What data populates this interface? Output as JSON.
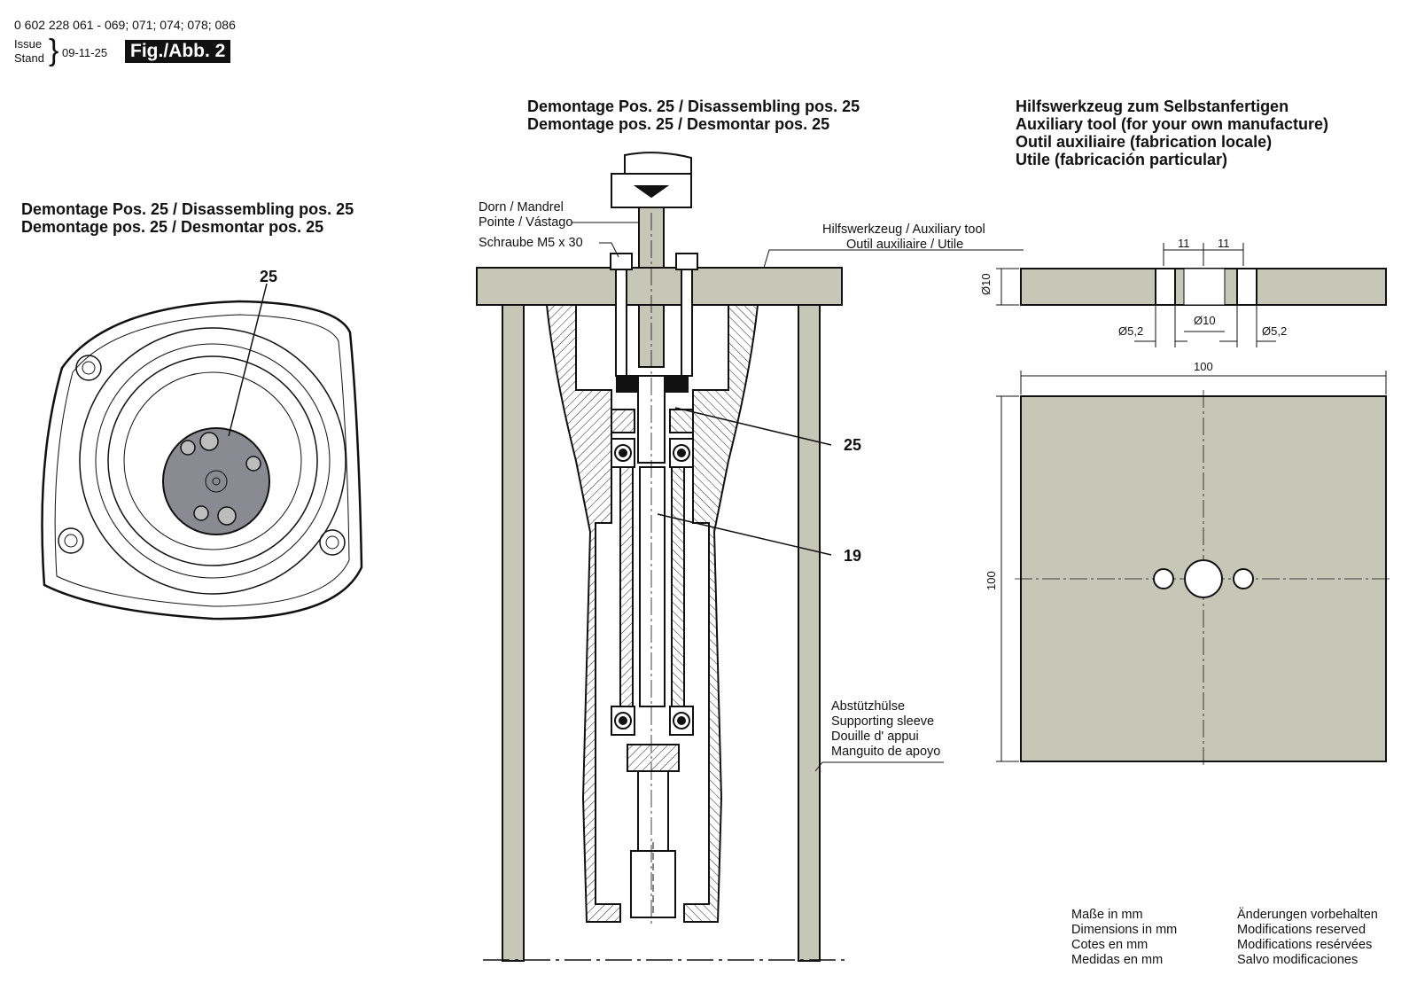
{
  "header": {
    "part_numbers": "0 602 228 061 - 069; 071; 074; 078; 086",
    "issue_label": "Issue",
    "stand_label": "Stand",
    "issue_date": "09-11-25",
    "figure_label": "Fig./Abb. 2"
  },
  "left_view": {
    "title_line1": "Demontage Pos. 25 / Disassembling pos. 25",
    "title_line2": "Demontage pos. 25 / Desmontar pos. 25",
    "callout_25": "25"
  },
  "center_view": {
    "title_line1": "Demontage Pos. 25 / Disassembling pos. 25",
    "title_line2": "Demontage pos. 25 / Desmontar pos. 25",
    "mandrel_line1": "Dorn / Mandrel",
    "mandrel_line2": "Pointe / Vástago",
    "screw": "Schraube M5 x 30",
    "aux_tool_line1": "Hilfswerkzeug / Auxiliary tool",
    "aux_tool_line2": "Outil auxiliaire / Utile",
    "callout_25": "25",
    "callout_19": "19",
    "sleeve_line1": "Abstützhülse",
    "sleeve_line2": "Supporting sleeve",
    "sleeve_line3": "Douille d' appui",
    "sleeve_line4": "Manguito de apoyo"
  },
  "right_view": {
    "title_line1": "Hilfswerkzeug zum Selbstanfertigen",
    "title_line2": "Auxiliary tool (for your own manufacture)",
    "title_line3": "Outil auxiliaire (fabrication locale)",
    "title_line4": "Utile (fabricación particular)",
    "dim_thickness": "Ø10",
    "dim_11_left": "11",
    "dim_11_right": "11",
    "dim_hole_left": "Ø5,2",
    "dim_hole_center": "Ø10",
    "dim_hole_right": "Ø5,2",
    "dim_width": "100",
    "dim_height": "100"
  },
  "notes": {
    "dims_line1": "Maße in mm",
    "dims_line2": "Dimensions in mm",
    "dims_line3": "Cotes en mm",
    "dims_line4": "Medidas en mm",
    "mods_line1": "Änderungen vorbehalten",
    "mods_line2": "Modifications reserved",
    "mods_line3": "Modifications resérvées",
    "mods_line4": "Salvo modificaciones"
  },
  "colors": {
    "tool_fill": "#c7c7b8",
    "part_fill": "#8a8a92",
    "line": "#111111"
  }
}
